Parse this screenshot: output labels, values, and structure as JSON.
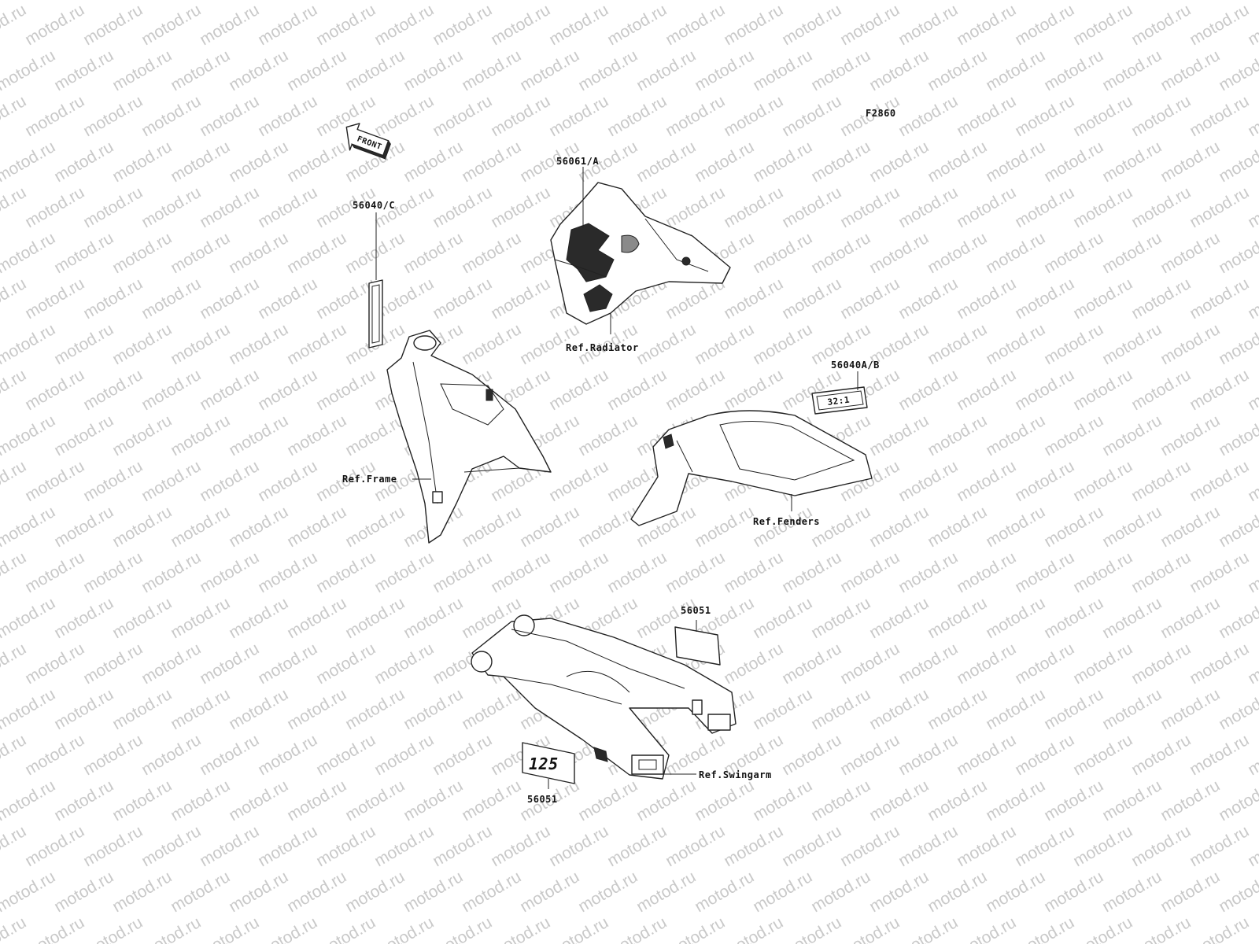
{
  "watermark": {
    "text": "motod.ru",
    "color": "#c9c9c9"
  },
  "figure_code": "F2860",
  "front_arrow": {
    "text": "FRONT",
    "icon": "front-direction-arrow"
  },
  "parts": [
    {
      "id": "radiator-shroud-decal",
      "part_number": "56061/A",
      "ref": "Ref.Radiator"
    },
    {
      "id": "frame-decal",
      "part_number": "56040/C",
      "ref": "Ref.Frame"
    },
    {
      "id": "fender-label",
      "part_number": "56040A/B",
      "ref": "Ref.Fenders",
      "label_text": "32:1"
    },
    {
      "id": "swingarm-decal-upper",
      "part_number": "56051"
    },
    {
      "id": "swingarm-decal-lower",
      "part_number": "56051",
      "ref": "Ref.Swingarm",
      "label_text": "125"
    }
  ]
}
